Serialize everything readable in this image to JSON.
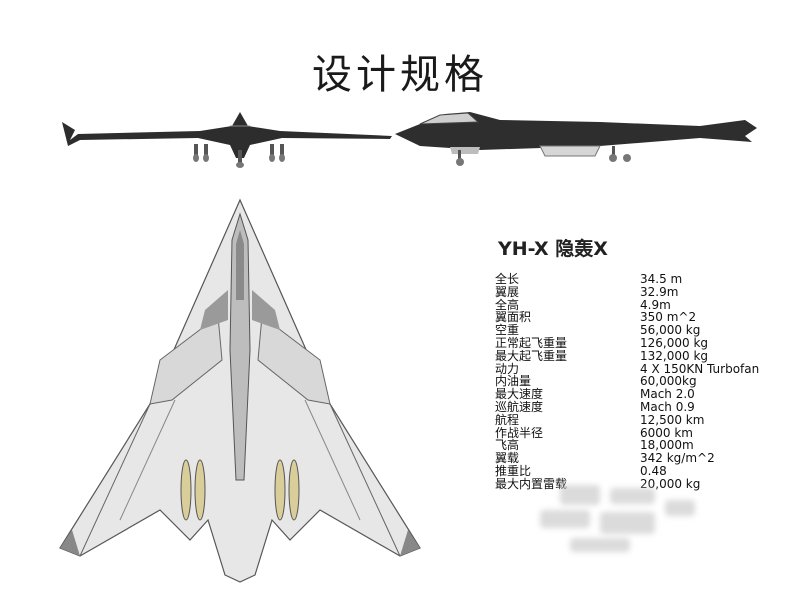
{
  "title": "设计规格",
  "spec_title": "YH-X 隐轰X",
  "specs": [
    {
      "label": "全长",
      "value": "34.5 m"
    },
    {
      "label": "翼展",
      "value": "32.9m"
    },
    {
      "label": "全高",
      "value": "4.9m"
    },
    {
      "label": "翼面积",
      "value": "350 m^2"
    },
    {
      "label": "空重",
      "value": "56,000 kg"
    },
    {
      "label": "正常起飞重量",
      "value": "126,000 kg"
    },
    {
      "label": "最大起飞重量",
      "value": "132,000 kg"
    },
    {
      "label": "动力",
      "value": "4 X 150KN Turbofan"
    },
    {
      "label": "内油量",
      "value": "60,000kg"
    },
    {
      "label": "最大速度",
      "value": "Mach 2.0"
    },
    {
      "label": "巡航速度",
      "value": "Mach 0.9"
    },
    {
      "label": "航程",
      "value": "12,500 km"
    },
    {
      "label": "作战半径",
      "value": "6000 km"
    },
    {
      "label": "飞高",
      "value": "18,000m"
    },
    {
      "label": "翼载",
      "value": "342 kg/m^2"
    },
    {
      "label": "推重比",
      "value": "0.48"
    },
    {
      "label": "最大内置雷载",
      "value": "20,000 kg"
    }
  ],
  "colors": {
    "body_dark": "#2d2d2d",
    "planform_fill": "#e7e7e7",
    "planform_edge": "#555555",
    "engine_pod": "#d9cd9a"
  }
}
